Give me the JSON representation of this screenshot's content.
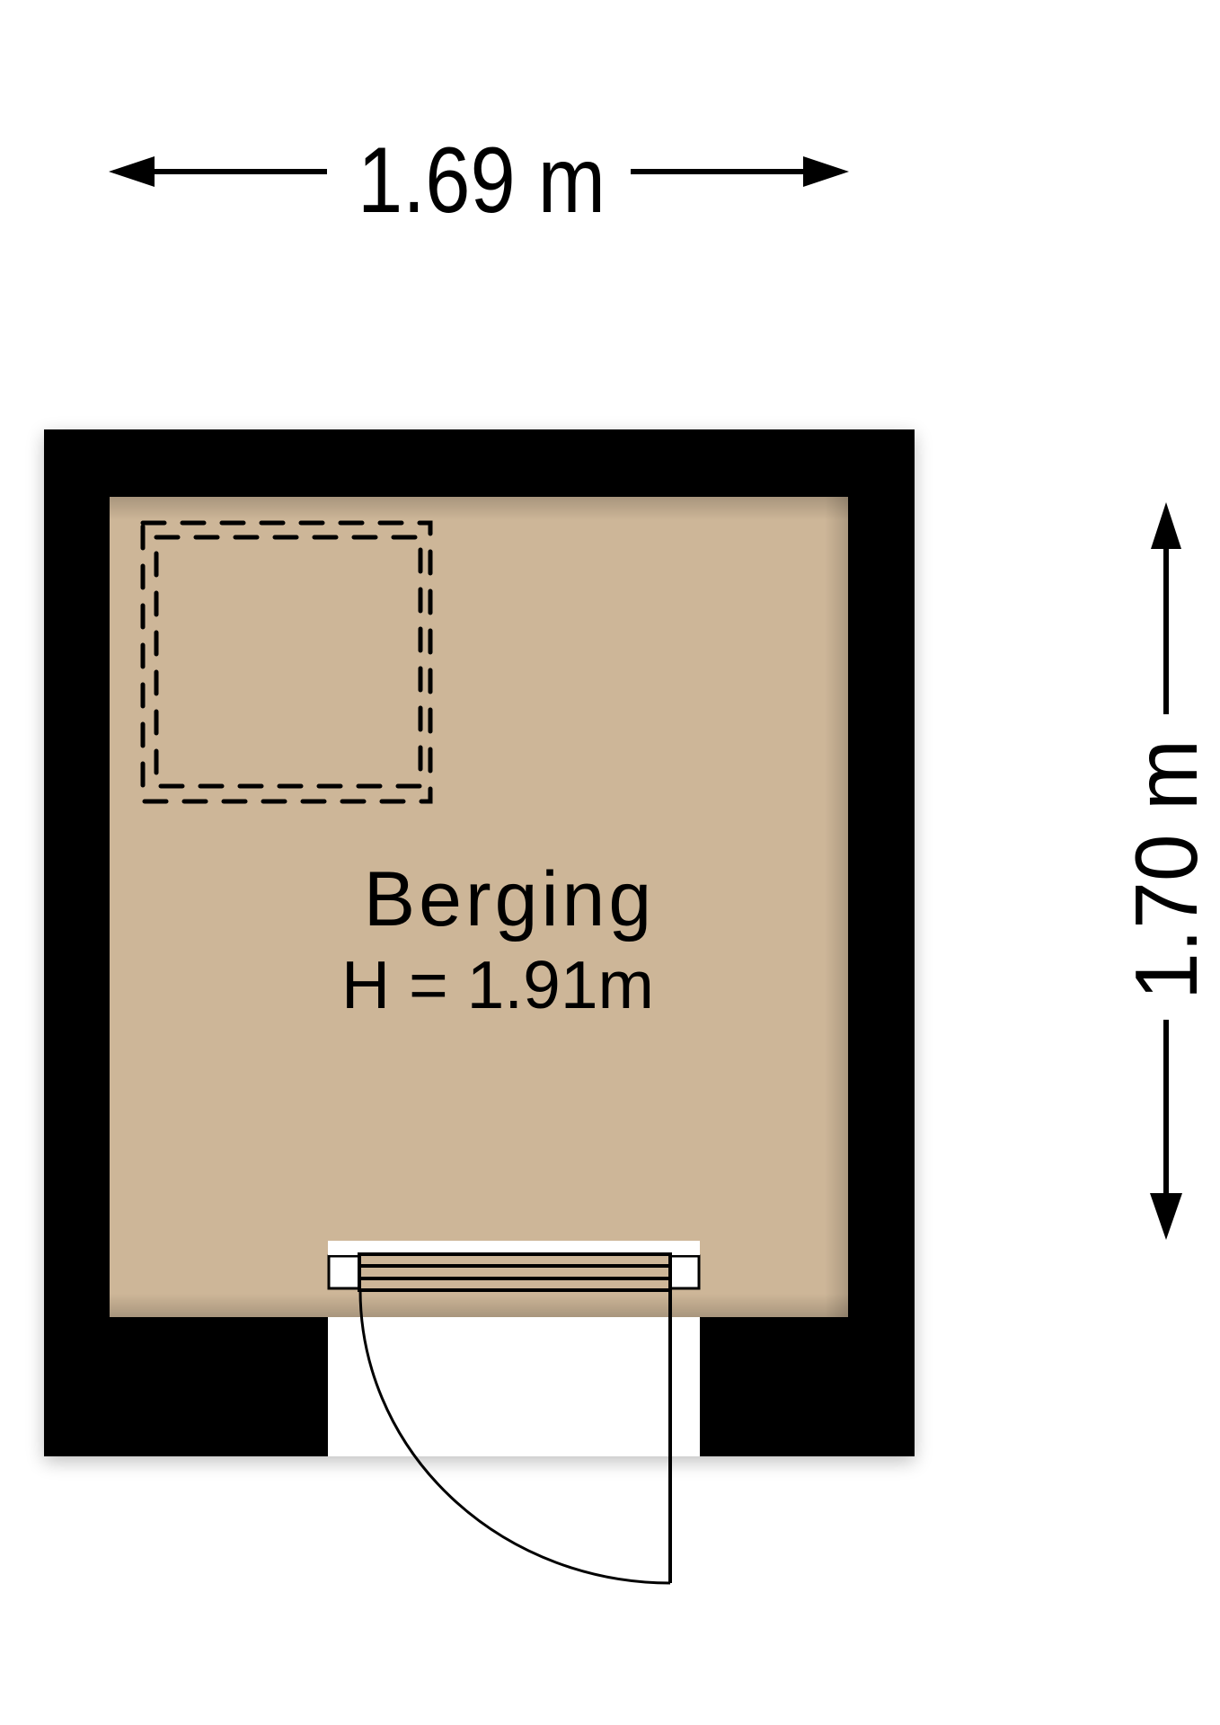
{
  "floorplan": {
    "room": {
      "name": "Berging",
      "height_label": "H = 1.91m"
    },
    "dimensions": {
      "width_label": "1.69 m",
      "depth_label": "1.70 m"
    },
    "colors": {
      "wall": "#000000",
      "floor": "#CDB698",
      "background": "#FFFFFF",
      "lines": "#000000"
    },
    "features": {
      "hatch": "dashed-square",
      "door": "door-swing"
    }
  }
}
